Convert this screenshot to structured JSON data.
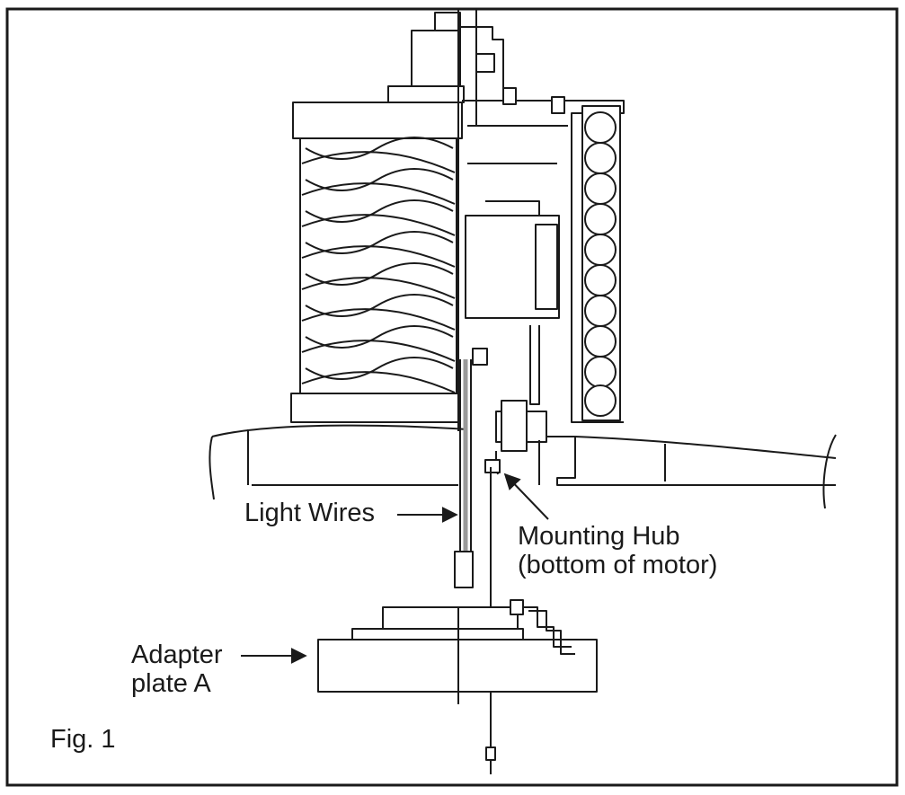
{
  "labels": {
    "light_wires": "Light Wires",
    "mounting_hub_line1": "Mounting Hub",
    "mounting_hub_line2": "(bottom of motor)",
    "adapter_line1": "Adapter",
    "adapter_line2": "plate A"
  },
  "caption": "Fig. 1"
}
